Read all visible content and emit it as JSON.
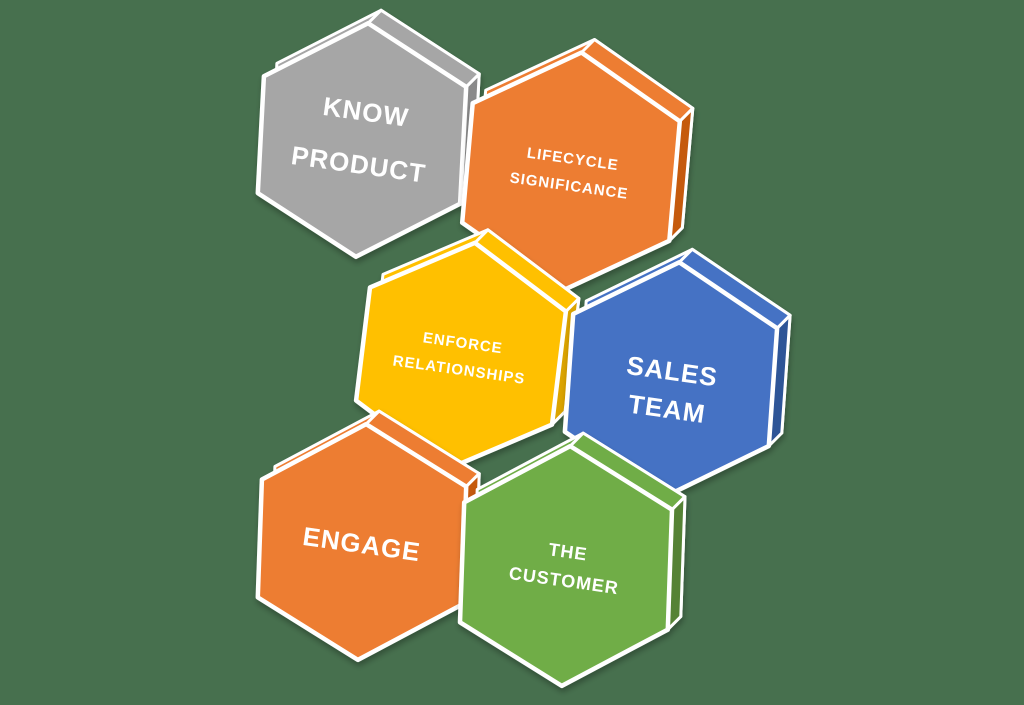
{
  "diagram": {
    "background_color": "#47704E",
    "outline_color": "#FFFFFF",
    "text_color": "#FFFFFF",
    "hexagons": [
      {
        "id": "know-product",
        "label_lines": [
          "KNOW",
          "PRODUCT"
        ],
        "fill": "#A6A6A6",
        "side_fill": "#8A8A8A"
      },
      {
        "id": "lifecycle-significance",
        "label_lines": [
          "LIFECYCLE",
          "SIGNIFICANCE"
        ],
        "fill": "#ED7D31",
        "side_fill": "#C55A11"
      },
      {
        "id": "enforce-relationships",
        "label_lines": [
          "ENFORCE",
          "RELATIONSHIPS"
        ],
        "fill": "#FFC000",
        "side_fill": "#DCA400"
      },
      {
        "id": "sales-team",
        "label_lines": [
          "SALES",
          "TEAM"
        ],
        "fill": "#4472C4",
        "side_fill": "#2F5597"
      },
      {
        "id": "engage",
        "label_lines": [
          "ENGAGE"
        ],
        "fill": "#ED7D31",
        "side_fill": "#C55A11"
      },
      {
        "id": "the-customer",
        "label_lines": [
          "THE",
          "CUSTOMER"
        ],
        "fill": "#70AD47",
        "side_fill": "#548235"
      }
    ]
  }
}
